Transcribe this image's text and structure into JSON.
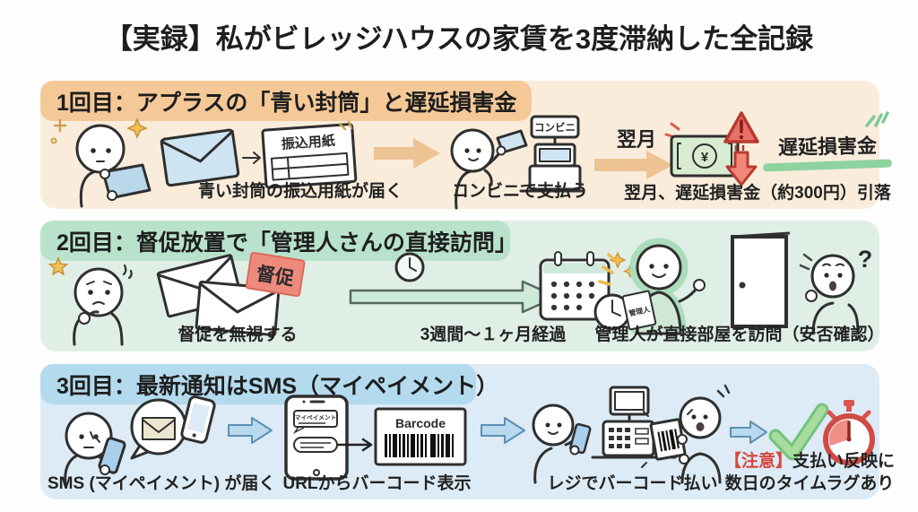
{
  "title": "【実録】私がビレッジハウスの家賃を3度滞納した全記録",
  "colors": {
    "section1_bg": "#faecdb",
    "section1_badge": "#f5c997",
    "section1_arrow": "#eec394",
    "section2_bg": "#dfefe6",
    "section2_badge": "#b9e2cc",
    "section2_arrow": "#cde9d8",
    "section3_bg": "#dcebf5",
    "section3_badge": "#b4daee",
    "section3_arrow": "#b9d9ee",
    "alert_red": "#e8706a",
    "notice_red": "#d9453e",
    "check_green": "#a8dc9e",
    "underline_green": "#8ed2a0",
    "money_green": "#d8ecd2",
    "envelope_blue": "#cfe4f2"
  },
  "section1": {
    "header": "1回目：アプラスの「青い封筒」と遅延損害金",
    "slip_label": "振込用紙",
    "store_sign": "コンビニ",
    "arrow_label": "翌月",
    "fee_label": "遅延損害金",
    "yen_symbol": "¥",
    "captions": [
      "青い封筒の振込用紙が届く",
      "コンビニで支払う",
      "翌月、遅延損害金（約300円）引落"
    ]
  },
  "section2": {
    "header": "2回目：督促放置で「管理人さんの直接訪問」",
    "tag_label": "督促",
    "clipboard_label": "管理人",
    "question_mark": "?",
    "captions": [
      "督促を無視する",
      "3週間〜１ヶ月経過",
      "管理人が直接部屋を訪問（安否確認）"
    ]
  },
  "section3": {
    "header": "3回目：最新通知はSMS（マイペイメント）",
    "phone_screen_label": "マイペイメント",
    "barcode_label": "Barcode",
    "captions": [
      "SMS (マイペイメント) が届く",
      "URLからバーコード表示",
      "レジでバーコード払い"
    ],
    "notice_prefix": "【注意】",
    "notice_line1": "支払い反映に",
    "notice_line2": "数日のタイムラグあり"
  }
}
